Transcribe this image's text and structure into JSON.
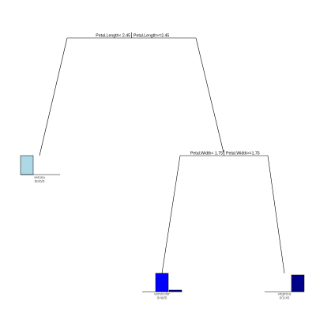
{
  "splits": {
    "root": {
      "left_label": "Petal.Length< 2.45",
      "right_label": "Petal.Length>=2.45"
    },
    "inner": {
      "left_label": "Petal.Width< 1.75",
      "right_label": "Petal.Width>=1.75"
    }
  },
  "leaves": {
    "setosa": {
      "name": "setosa",
      "counts": "50/0/0",
      "color": "#add8e6"
    },
    "versicolor": {
      "name": "versicolor",
      "counts": "0/49/5",
      "color": "#0000ff"
    },
    "virginica": {
      "name": "virginica",
      "counts": "0/1/45",
      "color": "#00008b"
    }
  }
}
